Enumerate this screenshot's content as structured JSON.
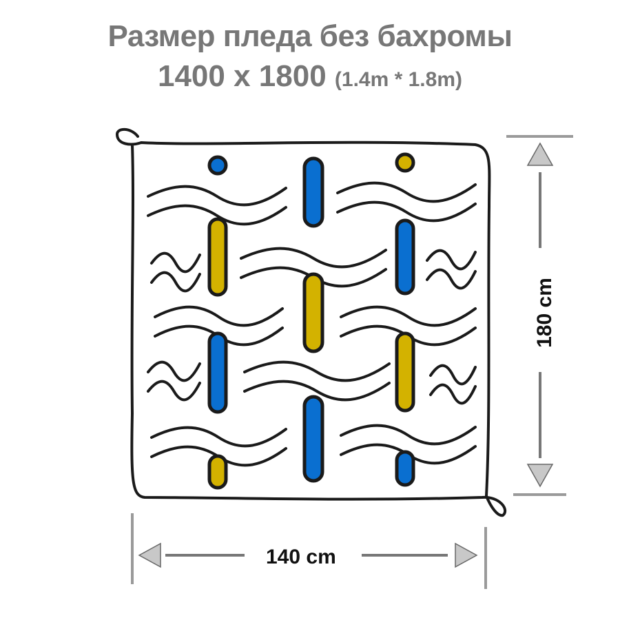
{
  "title": {
    "line1": "Размер пледа без бахромы",
    "size_mm": "1400 x 1800",
    "size_m": "(1.4m * 1.8m)"
  },
  "dimensions": {
    "width_label": "140 cm",
    "height_label": "180 cm"
  },
  "colors": {
    "blue": "#0a6fd0",
    "yellow": "#d3b200",
    "outline": "#1a1a1a",
    "title": "#777777",
    "dim_lines": "#9a9a9a"
  },
  "pattern": {
    "columns": [
      [
        "blue",
        "yellow",
        "blue",
        "yellow"
      ],
      [
        "blue",
        "yellow",
        "blue"
      ],
      [
        "yellow",
        "blue",
        "yellow",
        "blue"
      ]
    ]
  }
}
